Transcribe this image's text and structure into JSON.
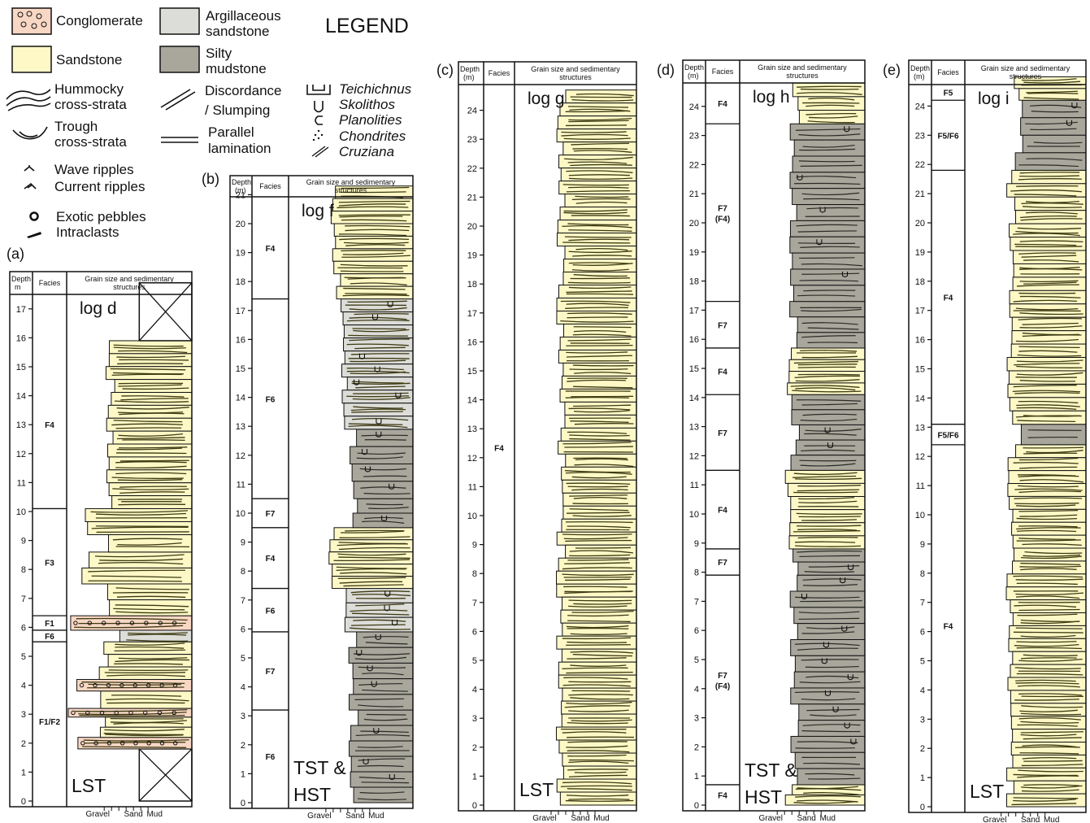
{
  "legend": {
    "title": "LEGEND",
    "conglomerate": "Conglomerate",
    "sandstone": "Sandstone",
    "argillaceous_1": "Argillaceous",
    "argillaceous_2": "sandstone",
    "silty_1": "Silty",
    "silty_2": "mudstone",
    "hummocky_1": "Hummocky",
    "hummocky_2": "cross-strata",
    "trough_1": "Trough",
    "trough_2": "cross-strata",
    "discordance_1": "Discordance",
    "discordance_2": "/ Slumping",
    "parallel_1": "Parallel",
    "parallel_2": "lamination",
    "wave_ripples": "Wave ripples",
    "current_ripples": "Current ripples",
    "exotic_pebbles": "Exotic pebbles",
    "intraclasts": "Intraclasts",
    "trace_fossils": [
      "Teichichnus",
      "Skolithos",
      "Planolities",
      "Chondrites",
      "Cruziana"
    ]
  },
  "colors": {
    "sandstone": "#fdf8c6",
    "argillaceous": "#dcdcd8",
    "silty_mudstone": "#a9a79c",
    "conglomerate": "#f8d7c4",
    "line": "#111111",
    "sand_lamina": "#3d3a12"
  },
  "headers": {
    "depth_m": "Depth m",
    "depth_paren": "Depth (m)",
    "facies": "Facies",
    "grain_1": "Grain size and sedimentary",
    "grain_2": "structures",
    "gravel": "Gravel",
    "sand": "Sand",
    "mud": "Mud"
  },
  "logs": [
    {
      "panel": "(a)",
      "name": "log d",
      "max_depth": 17,
      "sequence": [
        "LST"
      ],
      "facies": [
        {
          "label": "F1/F2",
          "from": 0,
          "to": 5.5
        },
        {
          "label": "F6",
          "from": 5.5,
          "to": 5.9
        },
        {
          "label": "F1",
          "from": 5.9,
          "to": 6.4
        },
        {
          "label": "F3",
          "from": 6.4,
          "to": 10.1
        },
        {
          "label": "F4",
          "from": 10.1,
          "to": 15.9
        }
      ]
    },
    {
      "panel": "(b)",
      "name": "log f",
      "max_depth": 21,
      "sequence": [
        "TST &",
        "HST"
      ],
      "facies": [
        {
          "label": "F6",
          "from": 0,
          "to": 3.2
        },
        {
          "label": "F7",
          "from": 3.2,
          "to": 5.9
        },
        {
          "label": "F6",
          "from": 5.9,
          "to": 7.4
        },
        {
          "label": "F4",
          "from": 7.4,
          "to": 9.5
        },
        {
          "label": "F7",
          "from": 9.5,
          "to": 10.5
        },
        {
          "label": "F6",
          "from": 10.5,
          "to": 17.4
        },
        {
          "label": "F4",
          "from": 17.4,
          "to": 21
        }
      ]
    },
    {
      "panel": "(c)",
      "name": "log g",
      "max_depth": 24,
      "sequence": [
        "LST"
      ],
      "facies": [
        {
          "label": "F4",
          "from": 0,
          "to": 24.7
        }
      ]
    },
    {
      "panel": "(d)",
      "name": "log h",
      "max_depth": 24,
      "sequence": [
        "TST &",
        "HST"
      ],
      "facies": [
        {
          "label": "F4",
          "from": 0,
          "to": 0.7
        },
        {
          "label": "F7\n(F4)",
          "from": 0.7,
          "to": 7.9
        },
        {
          "label": "F7",
          "from": 7.9,
          "to": 8.8
        },
        {
          "label": "F4",
          "from": 8.8,
          "to": 11.5
        },
        {
          "label": "F7",
          "from": 11.5,
          "to": 14.1
        },
        {
          "label": "F4",
          "from": 14.1,
          "to": 15.7
        },
        {
          "label": "F7",
          "from": 15.7,
          "to": 17.3
        },
        {
          "label": "F7\n(F4)",
          "from": 17.3,
          "to": 23.4
        },
        {
          "label": "F4",
          "from": 23.4,
          "to": 24.8
        }
      ]
    },
    {
      "panel": "(e)",
      "name": "log i",
      "max_depth": 24,
      "sequence": [
        "LST"
      ],
      "facies": [
        {
          "label": "F4",
          "from": 0,
          "to": 12.4
        },
        {
          "label": "F5/F6",
          "from": 12.4,
          "to": 13.1
        },
        {
          "label": "F4",
          "from": 13.1,
          "to": 21.8
        },
        {
          "label": "F5/F6",
          "from": 21.8,
          "to": 24.2
        },
        {
          "label": "F5",
          "from": 24.2,
          "to": 25
        }
      ]
    }
  ]
}
